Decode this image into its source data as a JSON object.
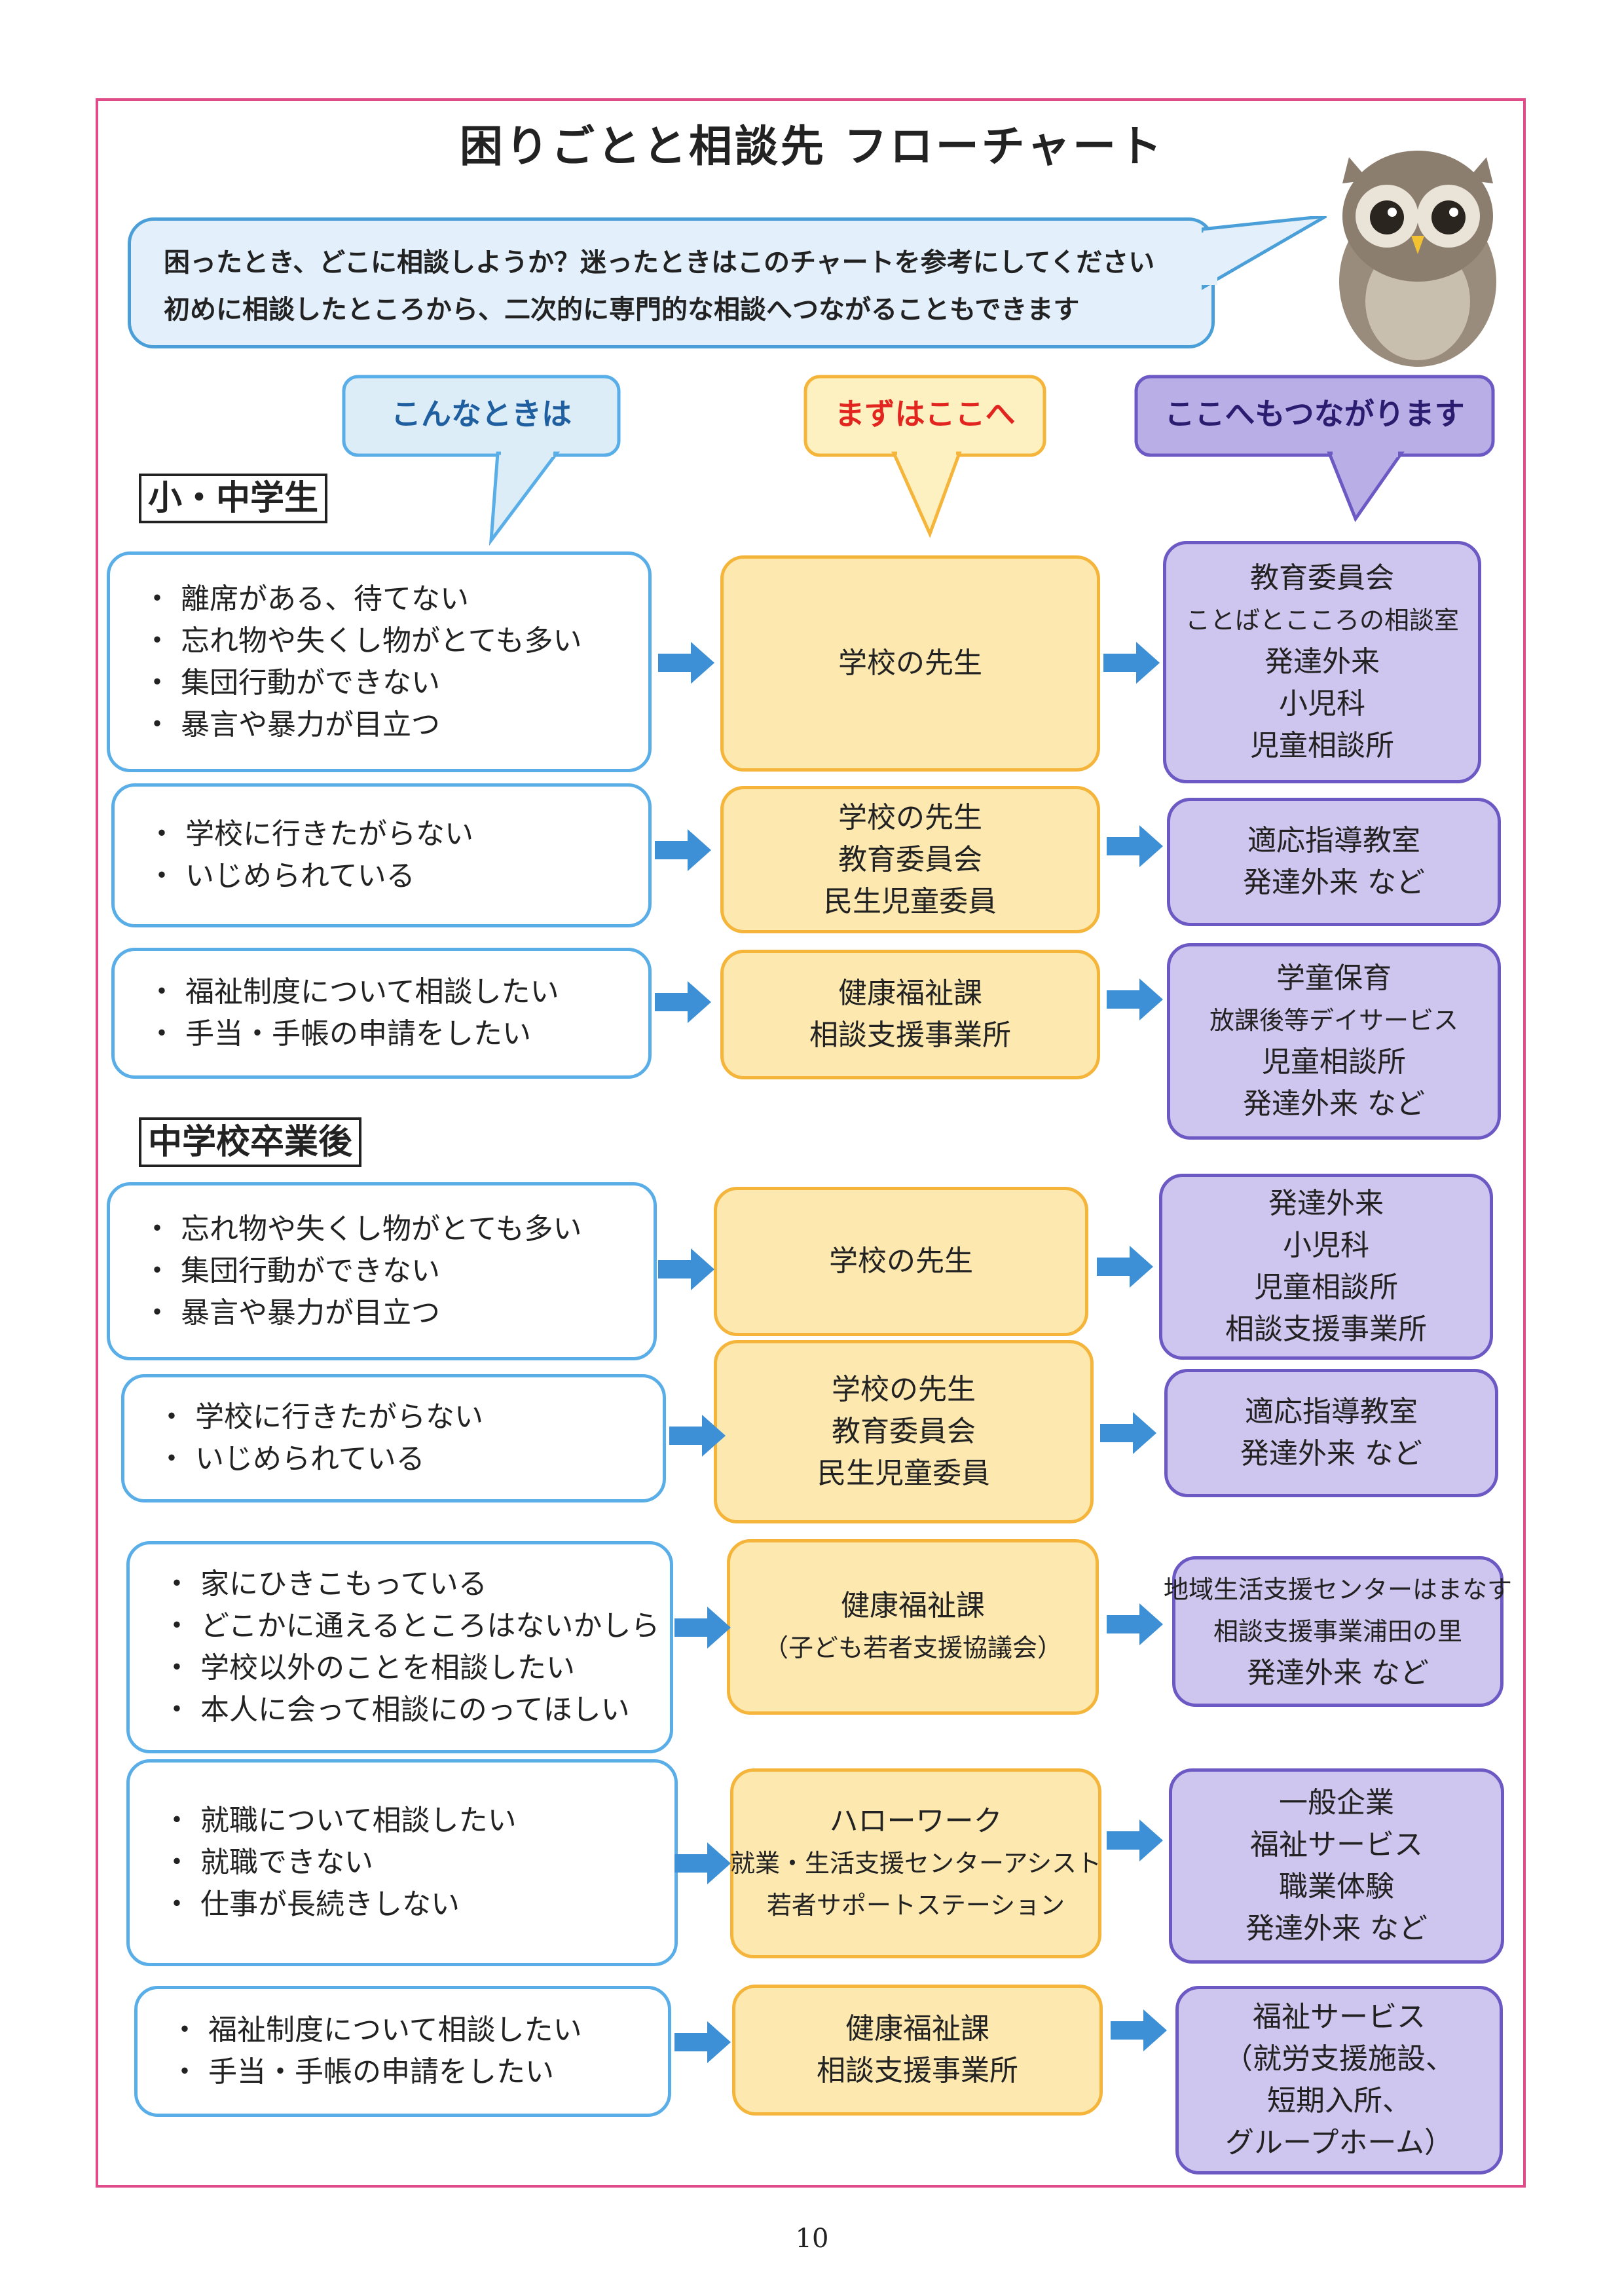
{
  "title": "困りごとと相談先 フローチャート",
  "intro": {
    "line1": "困ったとき、どこに相談しようか？迷ったときはこのチャートを参考にしてください",
    "line2": "初めに相談したところから、二次的に専門的な相談へつながることもできます"
  },
  "headers": {
    "left": "こんなときは",
    "middle": "まずはここへ",
    "right": "ここへもつながります"
  },
  "sections": {
    "elementary": "小・中学生",
    "graduate": "中学校卒業後"
  },
  "colors": {
    "frame": "#e04b8a",
    "left_border": "#5aaee8",
    "middle_fill": "#fde9b0",
    "middle_border": "#f4b53a",
    "right_fill": "#cfc6ef",
    "right_border": "#6c59c4",
    "arrow": "#3d8fd6"
  },
  "rows": [
    {
      "left": [
        "・ 離席がある、待てない",
        "・ 忘れ物や失くし物がとても多い",
        "・ 集団行動ができない",
        "・ 暴言や暴力が目立つ"
      ],
      "middle": [
        "学校の先生"
      ],
      "right": [
        "教育委員会",
        "ことばとこころの相談室",
        "発達外来",
        "小児科",
        "児童相談所"
      ]
    },
    {
      "left": [
        "・ 学校に行きたがらない",
        "・ いじめられている"
      ],
      "middle": [
        "学校の先生",
        "教育委員会",
        "民生児童委員"
      ],
      "right": [
        "適応指導教室",
        "発達外来 など"
      ]
    },
    {
      "left": [
        "・ 福祉制度について相談したい",
        "・ 手当・手帳の申請をしたい"
      ],
      "middle": [
        "健康福祉課",
        "相談支援事業所"
      ],
      "right": [
        "学童保育",
        "放課後等デイサービス",
        "児童相談所",
        "発達外来 など"
      ]
    },
    {
      "left": [
        "・ 忘れ物や失くし物がとても多い",
        "・ 集団行動ができない",
        "・ 暴言や暴力が目立つ"
      ],
      "middle": [
        "学校の先生"
      ],
      "right": [
        "発達外来",
        "小児科",
        "児童相談所",
        "相談支援事業所"
      ]
    },
    {
      "left": [
        "・ 学校に行きたがらない",
        "・ いじめられている"
      ],
      "middle": [
        "学校の先生",
        "教育委員会",
        "民生児童委員"
      ],
      "right": [
        "適応指導教室",
        "発達外来 など"
      ]
    },
    {
      "left": [
        "・ 家にひきこもっている",
        "・ どこかに通えるところはないかしら",
        "・ 学校以外のことを相談したい",
        "・ 本人に会って相談にのってほしい"
      ],
      "middle": [
        "健康福祉課",
        "（子ども若者支援協議会）"
      ],
      "right": [
        "地域生活支援センターはまなす",
        "相談支援事業浦田の里",
        "発達外来 など"
      ]
    },
    {
      "left": [
        "・ 就職について相談したい",
        "・ 就職できない",
        "・ 仕事が長続きしない"
      ],
      "middle": [
        "ハローワーク",
        "就業・生活支援センターアシスト",
        "若者サポートステーション"
      ],
      "right": [
        "一般企業",
        "福祉サービス",
        "職業体験",
        "発達外来 など"
      ]
    },
    {
      "left": [
        "・ 福祉制度について相談したい",
        "・ 手当・手帳の申請をしたい"
      ],
      "middle": [
        "健康福祉課",
        "相談支援事業所"
      ],
      "right": [
        "福祉サービス",
        "（就労支援施設、",
        "短期入所、",
        "グループホーム）"
      ]
    }
  ],
  "page_number": "10"
}
